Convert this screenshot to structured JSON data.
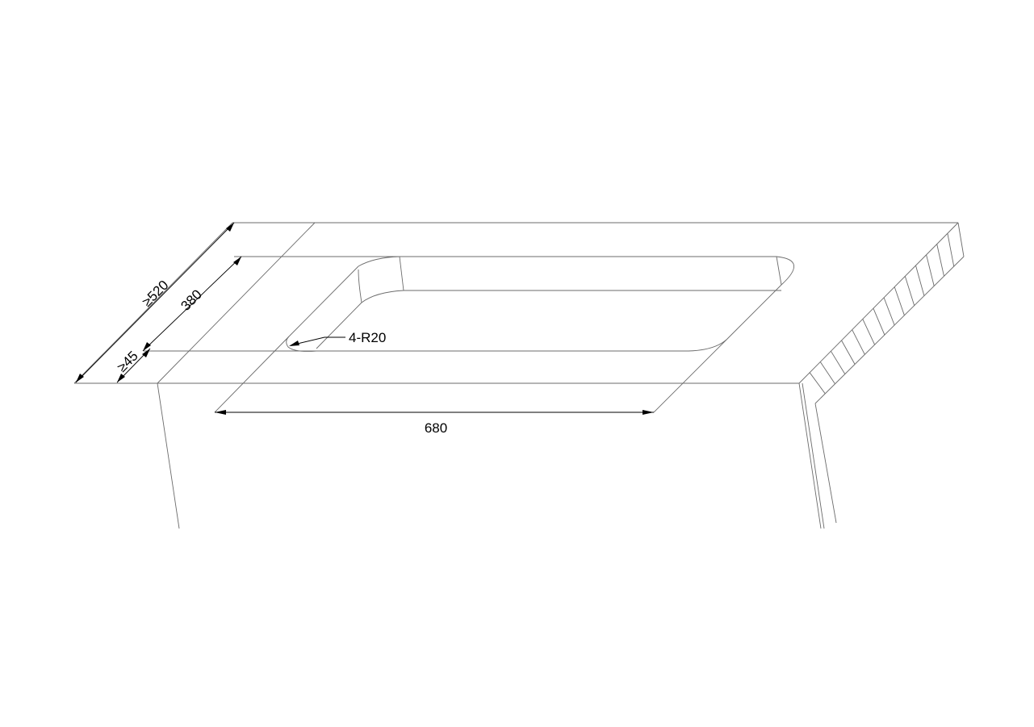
{
  "colors": {
    "line": "#6b6b6b",
    "dimension": "#000000",
    "background": "#ffffff"
  },
  "dimensions": {
    "overall_depth": "≥520",
    "cutout_depth": "380",
    "front_margin": "≥45",
    "cutout_width": "680",
    "corner_radius": "4-R20"
  }
}
